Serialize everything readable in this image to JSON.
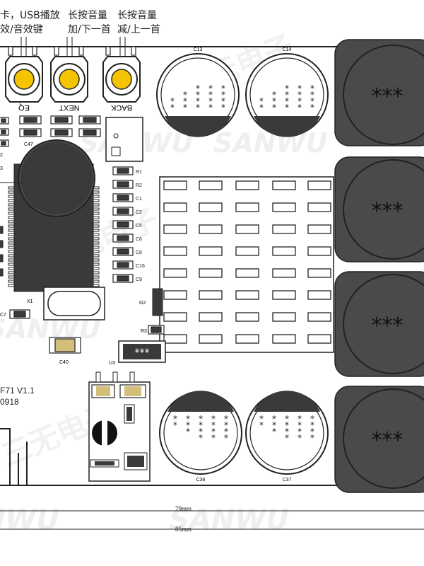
{
  "title_labels": {
    "usb_line1": "卡，USB播放",
    "usb_line2": "效/音效键",
    "next_line1": "长按音量",
    "next_line2": "加/下一首",
    "back_line1": "长按音量",
    "back_line2": "减/上一首"
  },
  "buttons": {
    "eq": "EQ",
    "next": "NEXT",
    "back": "BACK"
  },
  "capacitors": {
    "c13": "C13",
    "c14": "C14",
    "c36": "C36",
    "c37": "C37",
    "star_text": "***"
  },
  "inductor_text": "***",
  "components": {
    "c47": "C47",
    "r1": "R1",
    "r2": "R2",
    "c1": "C1",
    "c2": "C2",
    "c5": "C5",
    "c6": "C6",
    "c8": "C8",
    "c16": "C16",
    "c9": "C9",
    "x1": "X1",
    "c7": "C7",
    "c40": "C40",
    "u3": "U3",
    "r3": "R3",
    "g2": "G2",
    "regulator_text": "***",
    "side_2": "2",
    "side_3": "3"
  },
  "board": {
    "model": "F71  V1.1",
    "date": "0918"
  },
  "dimensions": {
    "inner": "79mm",
    "outer": "85mm"
  },
  "watermark": {
    "latin": "SANWU",
    "cjk": "三无电子"
  },
  "colors": {
    "outline": "#222222",
    "dark": "#3a3a3a",
    "button_yellow": "#f5c400",
    "smd_tan": "#d4bf7a",
    "watermark": "#e6e6e6"
  }
}
